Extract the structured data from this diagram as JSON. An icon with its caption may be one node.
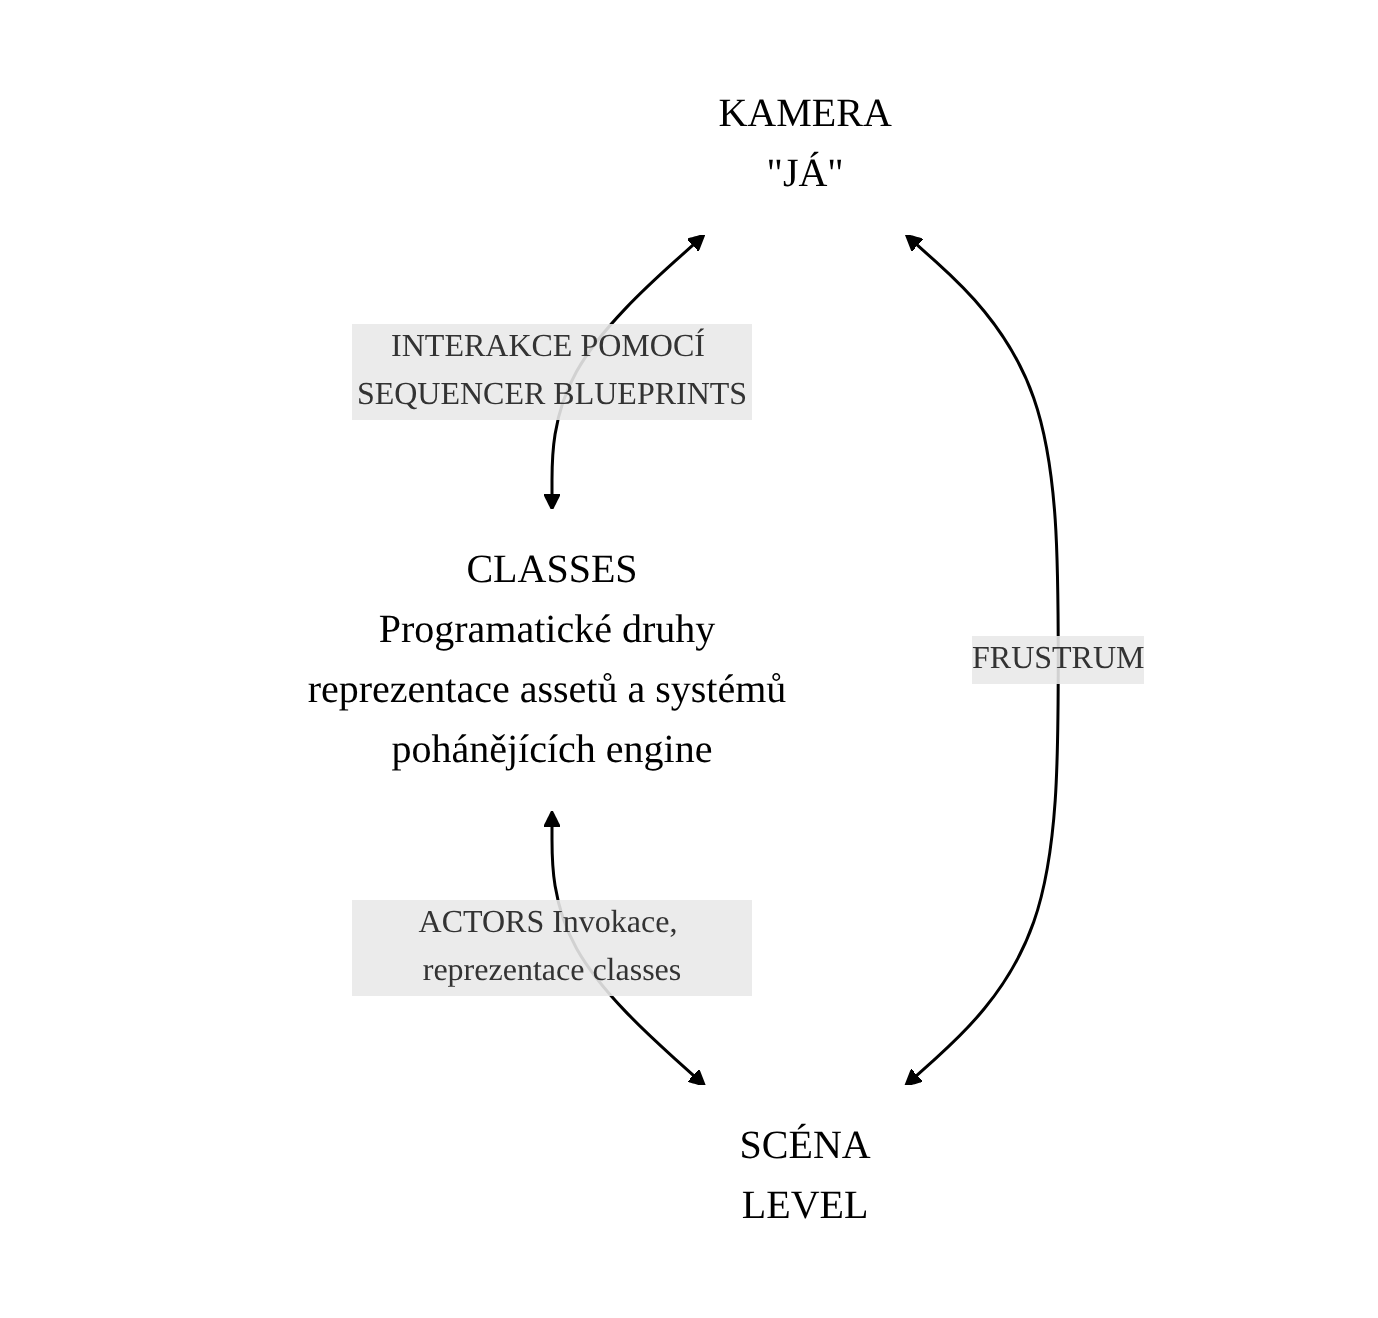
{
  "diagram": {
    "nodes": [
      {
        "text": [
          "CLASSES",
          "Programatické druhy reprezentace assetů a systémů pohánějících engine"
        ]
      },
      {
        "text": [
          "KAMERA",
          "\"JÁ\""
        ]
      },
      {
        "text": [
          "SCÉNA",
          "LEVEL"
        ]
      }
    ],
    "edges": [
      {
        "from": 1,
        "to": 0,
        "arrow": "both",
        "label": "INTERAKCE POMOCÍ SEQUENCER BLUEPRINTS"
      },
      {
        "from": 0,
        "to": 2,
        "arrow": "both",
        "label": "ACTORS Invokace, reprezentace classes"
      },
      {
        "from": 1,
        "to": 2,
        "arrow": "both",
        "label": "FRUSTRUM"
      }
    ]
  }
}
